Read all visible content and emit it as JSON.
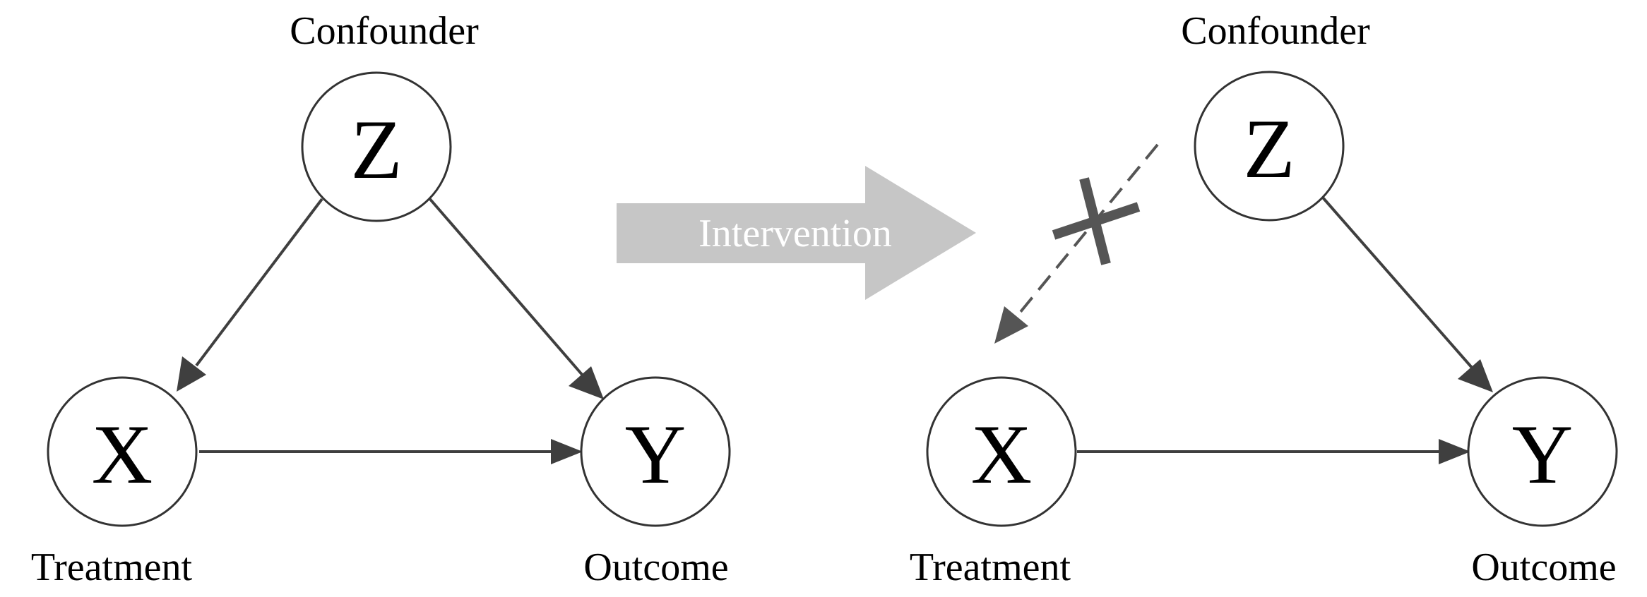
{
  "left_graph": {
    "confounder_node": {
      "letter": "Z",
      "label": "Confounder"
    },
    "treatment_node": {
      "letter": "X",
      "label": "Treatment"
    },
    "outcome_node": {
      "letter": "Y",
      "label": "Outcome"
    }
  },
  "intervention": {
    "label": "Intervention"
  },
  "right_graph": {
    "confounder_node": {
      "letter": "Z",
      "label": "Confounder"
    },
    "treatment_node": {
      "letter": "X",
      "label": "Treatment"
    },
    "outcome_node": {
      "letter": "Y",
      "label": "Outcome"
    }
  },
  "colors": {
    "edge": "#3f3f3f",
    "removed_edge": "#555555",
    "intervention_arrow": "#c6c6c6",
    "node_fill": "#ffffff"
  }
}
